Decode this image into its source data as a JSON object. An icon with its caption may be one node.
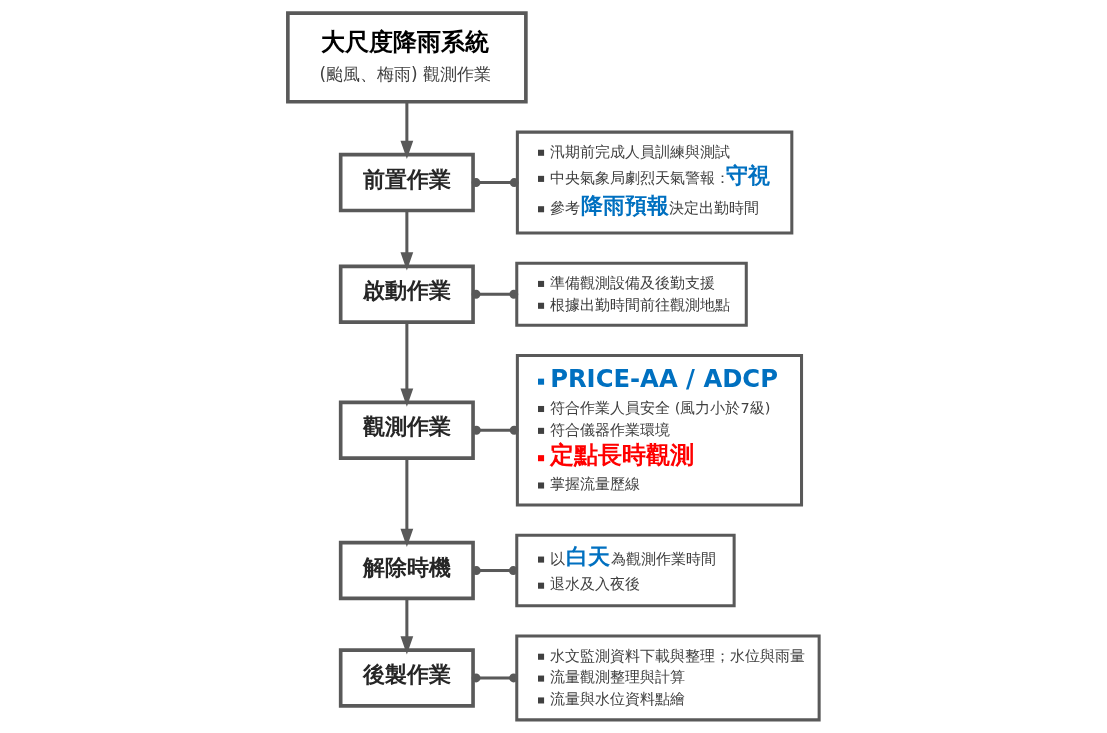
{
  "diagram": {
    "nodes": [
      {
        "text": [
          "大尺度降雨系統",
          "(颱風、梅雨) 觀測作業"
        ]
      },
      {
        "text": [
          "前置作業"
        ]
      },
      {
        "text": [
          "汛期前完成人員訓練與測試",
          "中央氣象局劇烈天氣警報：**守視**",
          "參考**降雨預報**決定出勤時間"
        ]
      },
      {
        "text": [
          "啟動作業"
        ]
      },
      {
        "text": [
          "準備觀測設備及後勤支援",
          "根據出勤時間前往觀測地點"
        ]
      },
      {
        "text": [
          "觀測作業"
        ]
      },
      {
        "text": [
          "PRICE-AA / ADCP",
          "符合作業人員安全 (風力小於7級)",
          "符合儀器作業環境",
          "定點長時觀測",
          "掌握流量歷線"
        ]
      },
      {
        "text": [
          "解除時機"
        ]
      },
      {
        "text": [
          "以**白天**為觀測作業時間",
          "退水及入夜後"
        ]
      },
      {
        "text": [
          "後製作業"
        ]
      },
      {
        "text": [
          "水文監測資料下載與整理；水位與雨量",
          "流量觀測整理與計算",
          "流量與水位資料點繪"
        ]
      }
    ],
    "edges": [
      {
        "from": 0,
        "to": 1,
        "arrow": "to"
      },
      {
        "from": 1,
        "to": 2,
        "arrow": "other"
      },
      {
        "from": 1,
        "to": 3,
        "arrow": "to"
      },
      {
        "from": 3,
        "to": 4,
        "arrow": "other"
      },
      {
        "from": 3,
        "to": 5,
        "arrow": "to"
      },
      {
        "from": 5,
        "to": 6,
        "arrow": "other"
      },
      {
        "from": 5,
        "to": 7,
        "arrow": "to"
      },
      {
        "from": 7,
        "to": 8,
        "arrow": "other"
      },
      {
        "from": 7,
        "to": 9,
        "arrow": "to"
      },
      {
        "from": 9,
        "to": 10,
        "arrow": "other"
      }
    ]
  }
}
